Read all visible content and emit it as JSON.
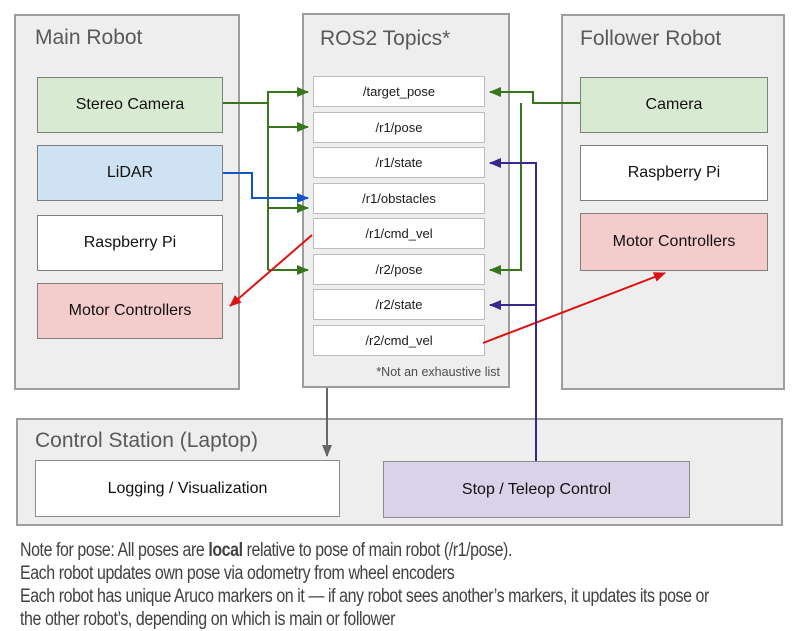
{
  "main_robot": {
    "title": "Main Robot",
    "components": [
      {
        "label": "Stereo Camera",
        "color": "#d9ead3"
      },
      {
        "label": "LiDAR",
        "color": "#cfe2f3"
      },
      {
        "label": "Raspberry Pi",
        "color": "#ffffff"
      },
      {
        "label": "Motor Controllers",
        "color": "#f4cccc"
      }
    ]
  },
  "ros2_topics": {
    "title": "ROS2 Topics*",
    "topics": [
      "/target_pose",
      "/r1/pose",
      "/r1/state",
      "/r1/obstacles",
      "/r1/cmd_vel",
      "/r2/pose",
      "/r2/state",
      "/r2/cmd_vel"
    ],
    "footnote": "*Not an exhaustive list"
  },
  "follower_robot": {
    "title": "Follower Robot",
    "components": [
      {
        "label": "Camera",
        "color": "#d9ead3"
      },
      {
        "label": "Raspberry Pi",
        "color": "#ffffff"
      },
      {
        "label": "Motor Controllers",
        "color": "#f4cccc"
      }
    ]
  },
  "control_station": {
    "title": "Control Station (Laptop)",
    "logging_label": "Logging / Visualization",
    "teleop_label": "Stop / Teleop Control"
  },
  "notes": {
    "line1_prefix": "Note for pose: All poses are ",
    "line1_bold": "local",
    "line1_suffix": " relative to pose of main robot (/r1/pose).",
    "line2": "Each robot updates own pose via odometry from wheel encoders",
    "line3": "Each robot has unique Aruco markers on it — if any robot sees another’s markers, it updates its pose or",
    "line4": "the other robot’s, depending on which is main or follower"
  },
  "colors": {
    "container_fill": "#eeeeee",
    "green_fill": "#d9ead3",
    "blue_fill": "#cfe2f3",
    "red_fill": "#f4cccc",
    "purple_fill": "#d9d2e9",
    "arrow_green": "#38761d",
    "arrow_blue": "#1155cc",
    "arrow_red": "#dd1111",
    "arrow_purple": "#38278f",
    "arrow_gray": "#666666"
  },
  "connections": [
    {
      "from": "Stereo Camera",
      "to": "/target_pose",
      "color": "green"
    },
    {
      "from": "Stereo Camera",
      "to": "/r1/pose",
      "color": "green"
    },
    {
      "from": "Stereo Camera",
      "to": "/r1/obstacles",
      "color": "green"
    },
    {
      "from": "Stereo Camera",
      "to": "/r2/pose",
      "color": "green"
    },
    {
      "from": "LiDAR",
      "to": "/r1/obstacles",
      "color": "blue"
    },
    {
      "from": "/r1/cmd_vel",
      "to": "Motor Controllers (Main Robot)",
      "color": "red"
    },
    {
      "from": "Camera (Follower Robot)",
      "to": "/target_pose",
      "color": "green"
    },
    {
      "from": "Camera (Follower Robot)",
      "to": "/r2/pose",
      "color": "green"
    },
    {
      "from": "Stop / Teleop Control",
      "to": "/r1/state",
      "color": "purple"
    },
    {
      "from": "Stop / Teleop Control",
      "to": "/r2/state",
      "color": "purple"
    },
    {
      "from": "/r2/cmd_vel",
      "to": "Motor Controllers (Follower Robot)",
      "color": "red"
    },
    {
      "from": "ROS2 Topics",
      "to": "Logging / Visualization",
      "color": "gray"
    }
  ]
}
